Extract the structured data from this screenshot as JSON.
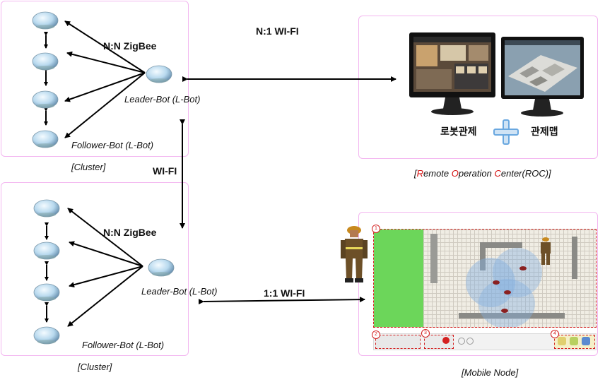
{
  "clusters": [
    {
      "link_label": "N:N ZigBee",
      "leader_label": "Leader-Bot (L-Bot)",
      "follower_label": "Follower-Bot (L-Bot)",
      "caption": "[Cluster]"
    },
    {
      "link_label": "N:N ZigBee",
      "leader_label": "Leader-Bot (L-Bot)",
      "follower_label": "Follower-Bot (L-Bot)",
      "caption": "[Cluster]"
    }
  ],
  "links": {
    "roc_link": "N:1 WI-FI",
    "cluster_link": "WI-FI",
    "mobile_link": "1:1 WI-FI"
  },
  "roc": {
    "left_screen_label": "로봇관제",
    "right_screen_label": "관제맵",
    "caption_parts": [
      "[",
      "R",
      "emote ",
      "O",
      "peration ",
      "C",
      "enter(ROC)]"
    ]
  },
  "mobile": {
    "caption": "[Mobile Node]",
    "markers": [
      "1",
      "2",
      "3",
      "4"
    ]
  },
  "colors": {
    "box_border": "#f3b6f0",
    "accent_red": "#d41010",
    "map_green": "#6cd65a",
    "plus_blue": "#6aa8e0"
  }
}
